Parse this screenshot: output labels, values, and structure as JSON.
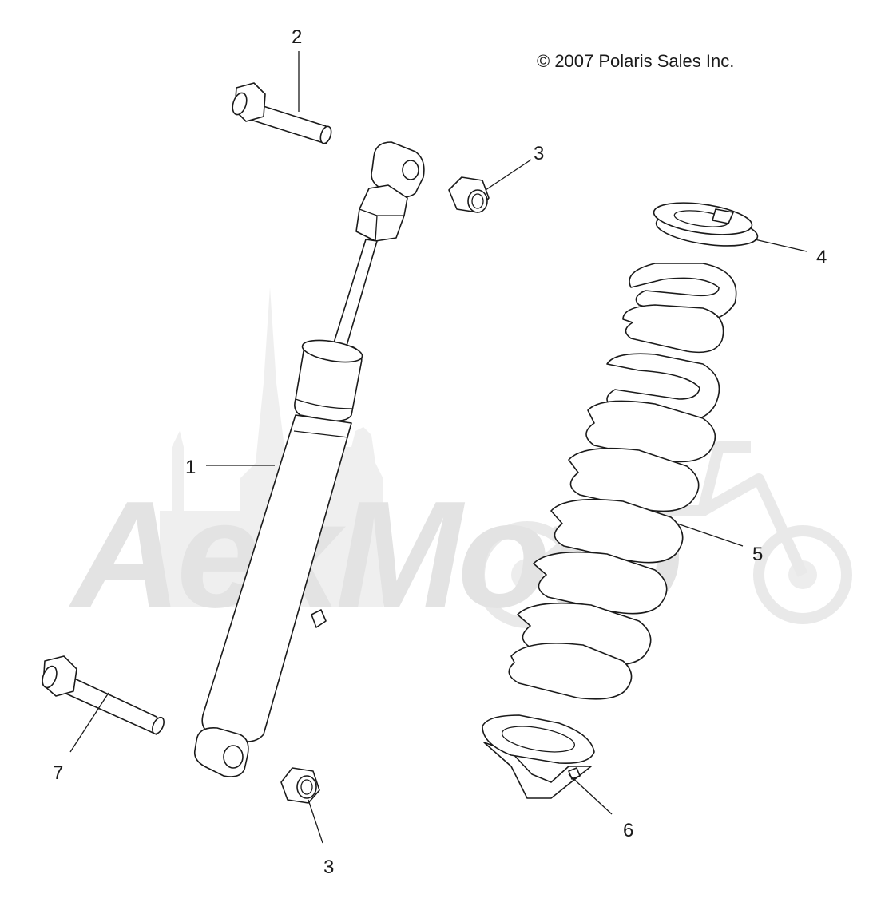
{
  "copyright": "© 2007 Polaris Sales Inc.",
  "watermark": {
    "text": "AexMoto",
    "color": "#d8d8d8"
  },
  "parts": [
    {
      "number": "1",
      "name": "shock-absorber"
    },
    {
      "number": "2",
      "name": "upper-bolt"
    },
    {
      "number": "3",
      "name": "upper-nut"
    },
    {
      "number": "3",
      "name": "lower-nut"
    },
    {
      "number": "4",
      "name": "spring-retainer-top"
    },
    {
      "number": "5",
      "name": "coil-spring"
    },
    {
      "number": "6",
      "name": "spring-seat-bottom"
    },
    {
      "number": "7",
      "name": "lower-bolt"
    }
  ],
  "colors": {
    "line": "#1a1a1a",
    "background": "#ffffff"
  }
}
